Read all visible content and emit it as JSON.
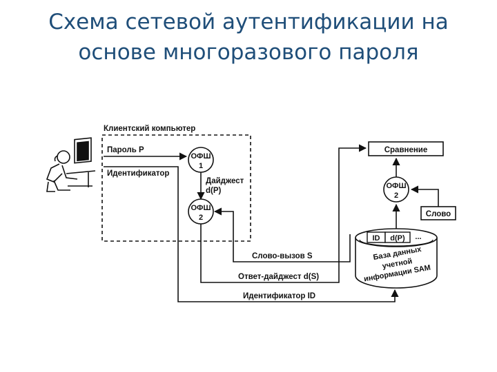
{
  "title": {
    "line1": "Схема сетевой аутентификации на",
    "line2": "основе многоразового пароля"
  },
  "diagram": {
    "client_label": "Клиентский компьютер",
    "password_label": "Пароль P",
    "identifier_label": "Идентификатор",
    "owf1_label": "ОФШ",
    "owf1_index": "1",
    "owf2_label": "ОФШ",
    "owf2_index": "2",
    "digest_label_line1": "Дайджест",
    "digest_label_line2": "d(P)",
    "challenge_label": "Слово-вызов S",
    "response_label": "Ответ-дайджест d(S)",
    "id_label": "Идентификатор ID",
    "compare_label": "Сравнение",
    "server_owf_label": "ОФШ",
    "server_owf_index": "2",
    "word_label": "Слово",
    "db_col1": "ID",
    "db_col2": "d(P)",
    "db_col3": "...",
    "db_text1": "База данных",
    "db_text2": "учетной",
    "db_text3": "информации SAM"
  }
}
